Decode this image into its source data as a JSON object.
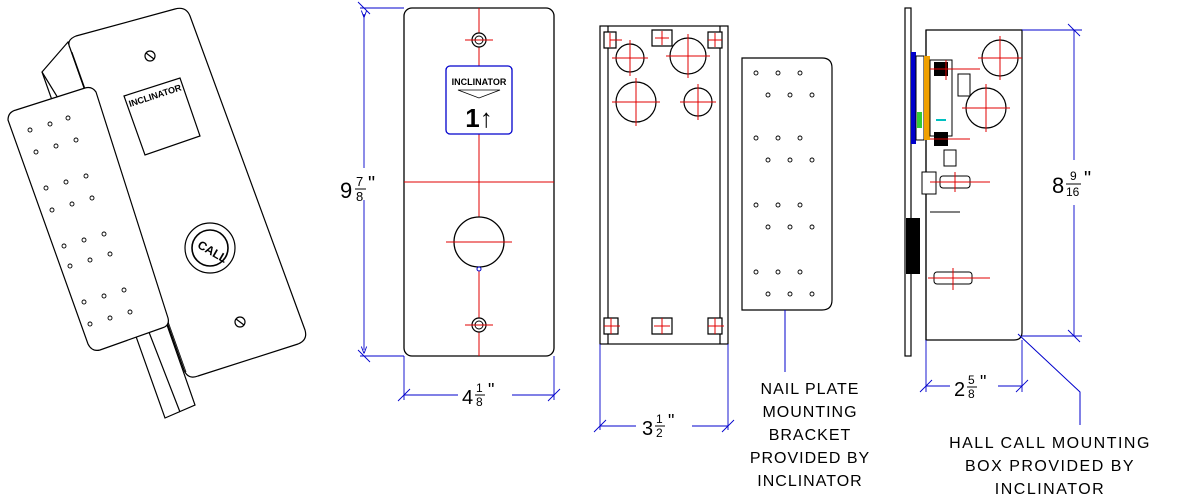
{
  "labels": {
    "perspective_brand": "INCLINATOR",
    "perspective_button": "CALL",
    "faceplate_brand": "INCLINATOR",
    "faceplate_indicator": "1↑"
  },
  "dimensions": {
    "faceplate_height_whole": "9",
    "faceplate_height_num": "7",
    "faceplate_height_den": "8",
    "faceplate_height_unit": "\"",
    "faceplate_width_whole": "4",
    "faceplate_width_num": "1",
    "faceplate_width_den": "8",
    "faceplate_width_unit": "\"",
    "box_width_whole": "3",
    "box_width_num": "1",
    "box_width_den": "2",
    "box_width_unit": "\"",
    "side_height_whole": "8",
    "side_height_num": "9",
    "side_height_den": "16",
    "side_height_unit": "\"",
    "side_depth_whole": "2",
    "side_depth_num": "5",
    "side_depth_den": "8",
    "side_depth_unit": "\""
  },
  "notes": {
    "nail_plate": [
      "NAIL PLATE",
      "MOUNTING",
      "BRACKET",
      "PROVIDED BY",
      "INCLINATOR"
    ],
    "hall_call": [
      "HALL CALL MOUNTING",
      "BOX PROVIDED BY",
      "INCLINATOR"
    ]
  },
  "colors": {
    "line": "#000000",
    "centerline": "#e00000",
    "leader": "#0000cc",
    "dimension": "#0000cc"
  }
}
